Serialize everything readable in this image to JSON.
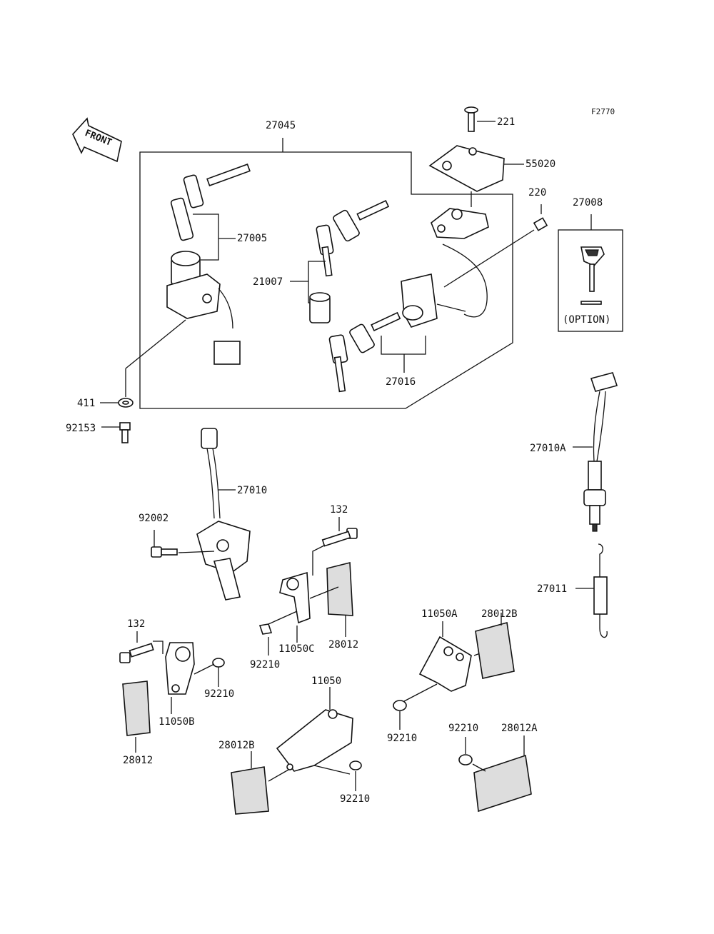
{
  "figure_code": "F2770",
  "front_label": "FRONT",
  "option_label": "(OPTION)",
  "parts": [
    {
      "id": "p27045",
      "label": "27045"
    },
    {
      "id": "p221",
      "label": "221"
    },
    {
      "id": "p55020",
      "label": "55020"
    },
    {
      "id": "p220",
      "label": "220"
    },
    {
      "id": "p27008",
      "label": "27008"
    },
    {
      "id": "p27005",
      "label": "27005"
    },
    {
      "id": "p21007",
      "label": "21007"
    },
    {
      "id": "p27016",
      "label": "27016"
    },
    {
      "id": "p411",
      "label": "411"
    },
    {
      "id": "p92153",
      "label": "92153"
    },
    {
      "id": "p27010A",
      "label": "27010A"
    },
    {
      "id": "p27010",
      "label": "27010"
    },
    {
      "id": "p92002",
      "label": "92002"
    },
    {
      "id": "p132a",
      "label": "132"
    },
    {
      "id": "p27011",
      "label": "27011"
    },
    {
      "id": "p11050C",
      "label": "11050C"
    },
    {
      "id": "p28012a",
      "label": "28012"
    },
    {
      "id": "p92210a",
      "label": "92210"
    },
    {
      "id": "p11050A",
      "label": "11050A"
    },
    {
      "id": "p28012B",
      "label": "28012B"
    },
    {
      "id": "p132b",
      "label": "132"
    },
    {
      "id": "p92210b",
      "label": "92210"
    },
    {
      "id": "p11050B",
      "label": "11050B"
    },
    {
      "id": "p28012b",
      "label": "28012"
    },
    {
      "id": "p11050",
      "label": "11050"
    },
    {
      "id": "p92210c",
      "label": "92210"
    },
    {
      "id": "p28012B2",
      "label": "28012B"
    },
    {
      "id": "p92210d",
      "label": "92210"
    },
    {
      "id": "p28012A",
      "label": "28012A"
    },
    {
      "id": "p92210e",
      "label": "92210"
    }
  ]
}
